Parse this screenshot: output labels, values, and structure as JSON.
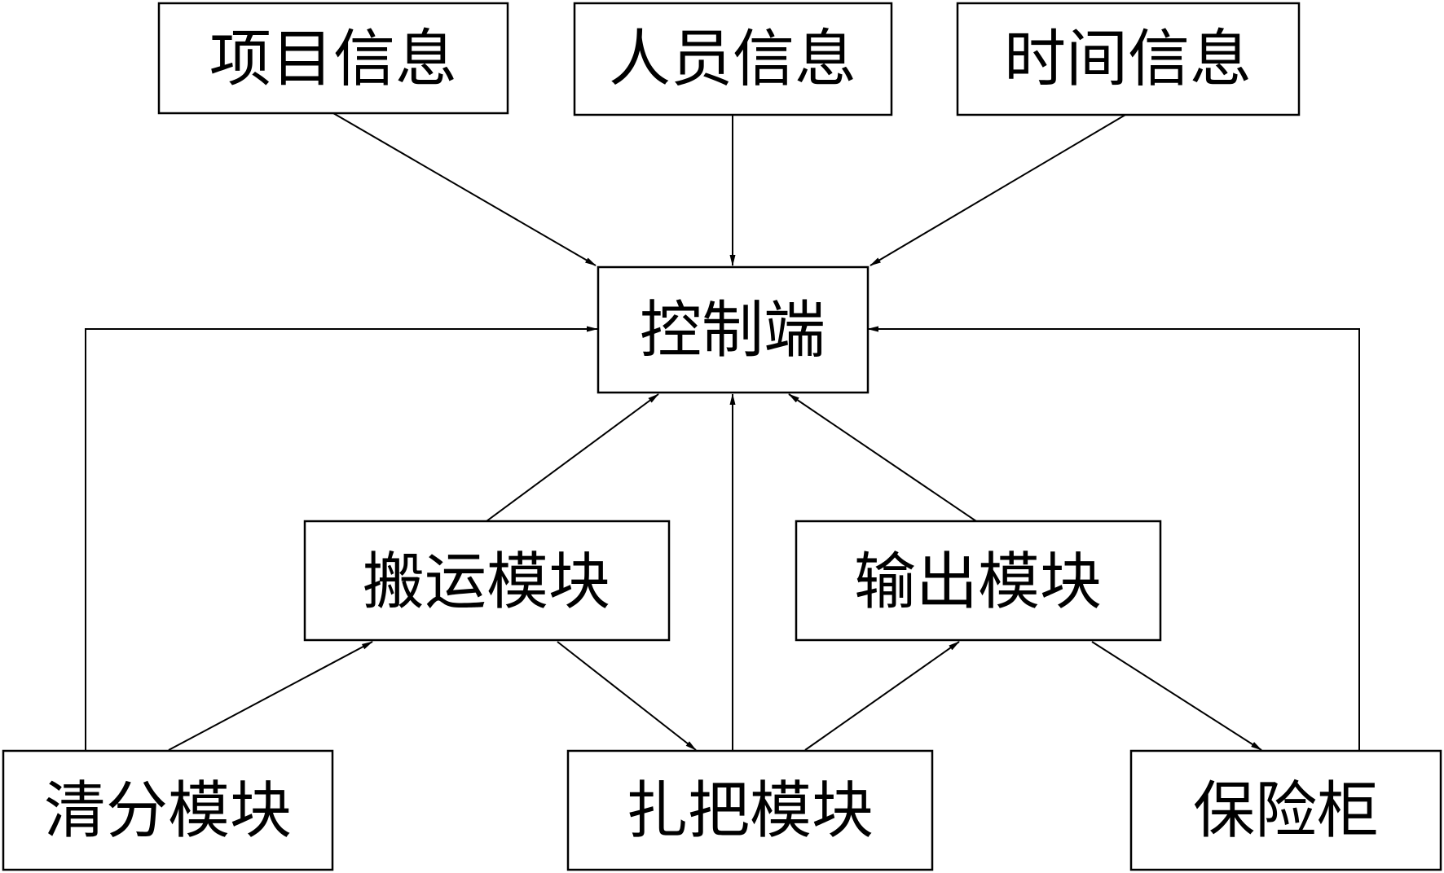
{
  "nodes": {
    "project_info": "项目信息",
    "personnel_info": "人员信息",
    "time_info": "时间信息",
    "control_end": "控制端",
    "transport_module": "搬运模块",
    "output_module": "输出模块",
    "sorting_module": "清分模块",
    "bundling_module": "扎把模块",
    "safe_cabinet": "保险柜"
  },
  "edges": [
    {
      "from": "project_info",
      "to": "control_end"
    },
    {
      "from": "personnel_info",
      "to": "control_end"
    },
    {
      "from": "time_info",
      "to": "control_end"
    },
    {
      "from": "sorting_module",
      "to": "control_end"
    },
    {
      "from": "safe_cabinet",
      "to": "control_end"
    },
    {
      "from": "transport_module",
      "to": "control_end"
    },
    {
      "from": "bundling_module",
      "to": "control_end"
    },
    {
      "from": "output_module",
      "to": "control_end"
    },
    {
      "from": "sorting_module",
      "to": "transport_module"
    },
    {
      "from": "transport_module",
      "to": "bundling_module"
    },
    {
      "from": "bundling_module",
      "to": "output_module"
    },
    {
      "from": "output_module",
      "to": "safe_cabinet"
    }
  ],
  "colors": {
    "stroke": "#000000",
    "background": "#ffffff"
  }
}
